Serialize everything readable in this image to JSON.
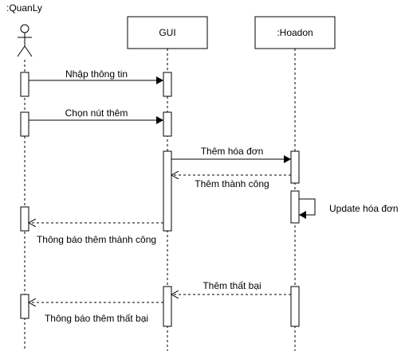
{
  "actor": {
    "label": ":QuanLy"
  },
  "participants": {
    "gui": {
      "label": "GUI"
    },
    "hoadon": {
      "label": ":Hoadon"
    }
  },
  "messages": [
    {
      "id": "msg-nhap-thong-tin",
      "label": "Nhập thông tin",
      "from": "QuanLy",
      "to": "GUI",
      "kind": "sync"
    },
    {
      "id": "msg-chon-nut-them",
      "label": "Chọn nút thêm",
      "from": "QuanLy",
      "to": "GUI",
      "kind": "sync"
    },
    {
      "id": "msg-them-hoa-don",
      "label": "Thêm hóa đơn",
      "from": "GUI",
      "to": "Hoadon",
      "kind": "sync"
    },
    {
      "id": "msg-them-thanh-cong",
      "label": "Thêm thành công",
      "from": "Hoadon",
      "to": "GUI",
      "kind": "return"
    },
    {
      "id": "msg-update-hoa-don",
      "label": "Update hóa đơn",
      "from": "Hoadon",
      "to": "Hoadon",
      "kind": "self"
    },
    {
      "id": "msg-thong-bao-them-thanh-cong",
      "label": "Thông báo thêm thành công",
      "from": "GUI",
      "to": "QuanLy",
      "kind": "return"
    },
    {
      "id": "msg-them-that-bai",
      "label": "Thêm thất bại",
      "from": "Hoadon",
      "to": "GUI",
      "kind": "return"
    },
    {
      "id": "msg-thong-bao-them-that-bai",
      "label": "Thông báo thêm thất bại",
      "from": "GUI",
      "to": "QuanLy",
      "kind": "return"
    }
  ],
  "colors": {
    "line": "#000000",
    "fill": "#ffffff"
  }
}
